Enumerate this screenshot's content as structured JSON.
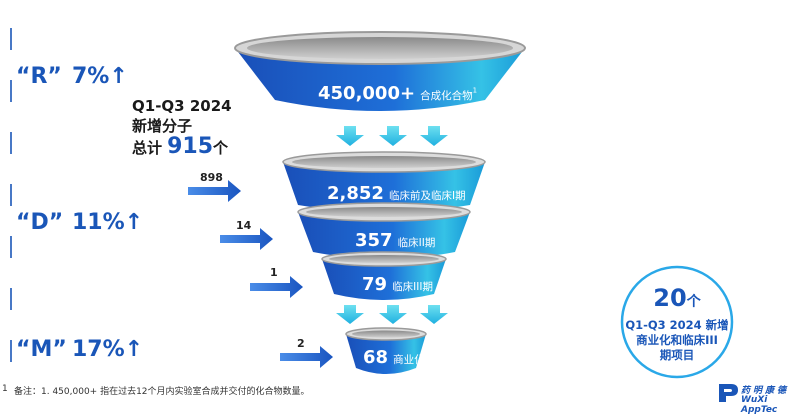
{
  "left_metrics": [
    {
      "letter": "“R”",
      "percent": "7%↑"
    },
    {
      "letter": "“D”",
      "percent": "11%↑"
    },
    {
      "letter": "“M”",
      "percent": "17%↑"
    }
  ],
  "new_molecules": {
    "period": "Q1-Q3 2024",
    "subtitle": "新增分子",
    "total_label": "总计",
    "total_value": "915",
    "unit": "个"
  },
  "inflow_arrows": [
    "898",
    "14",
    "1",
    "2"
  ],
  "funnel": [
    {
      "value": "450,000+",
      "label": "合成化合物",
      "sup": "1"
    },
    {
      "value": "2,852",
      "label": "临床前及临床I期"
    },
    {
      "value": "357",
      "label": "临床II期"
    },
    {
      "value": "79",
      "label": "临床III期"
    },
    {
      "value": "68",
      "label": "商业化"
    }
  ],
  "circle": {
    "number": "20",
    "unit": "个",
    "lines": [
      "Q1-Q3 2024 新增",
      "商业化和临床III",
      "期项目"
    ]
  },
  "footnote": {
    "marker": "1",
    "text": "备注：1. 450,000+ 指在过去12个月内实验室合成并交付的化合物数量。"
  },
  "logo": {
    "chinese": "药明康德",
    "english": "WuXi AppTec"
  },
  "colors": {
    "brand_blue": "#1a56b8",
    "funnel_dark": "#1558c0",
    "funnel_light": "#3fd0e8",
    "arrow": "#2a6fd6"
  }
}
